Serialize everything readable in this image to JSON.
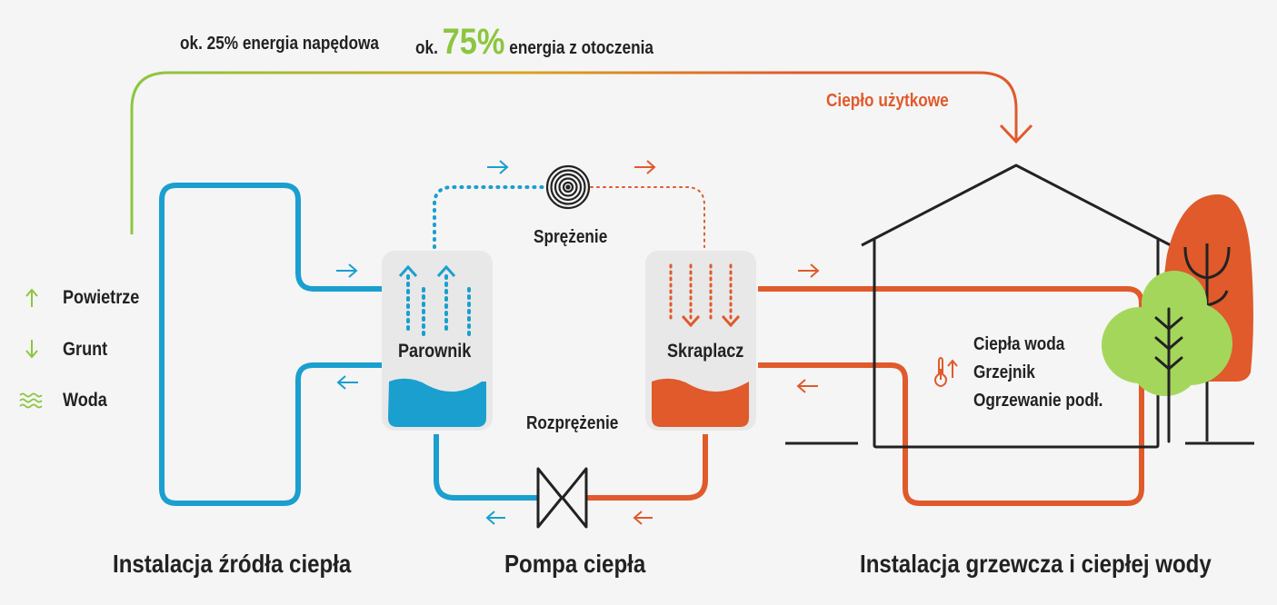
{
  "top": {
    "drive_energy": "ok. 25% energia napędowa",
    "ambient_prefix": "ok.",
    "ambient_percent": "75%",
    "ambient_suffix": "energia z otoczenia",
    "useful_heat": "Ciepło użytkowe"
  },
  "sources": [
    {
      "icon": "arrow-up-icon",
      "label": "Powietrze"
    },
    {
      "icon": "arrow-down-icon",
      "label": "Grunt"
    },
    {
      "icon": "water-waves-icon",
      "label": "Woda"
    }
  ],
  "pump": {
    "compression": "Sprężenie",
    "evaporator": "Parownik",
    "condenser": "Skraplacz",
    "expansion": "Rozprężenie"
  },
  "house": {
    "uses": [
      "Ciepła woda",
      "Grzejnik",
      "Ogrzewanie podł."
    ]
  },
  "sections": {
    "left": "Instalacja źródła ciepła",
    "middle": "Pompa ciepła",
    "right": "Instalacja grzewcza i ciepłej wody"
  },
  "colors": {
    "blue": "#1a9fcf",
    "orange": "#e05a2b",
    "green": "#8cc63f",
    "dark": "#222222",
    "background": "#f5f5f5"
  }
}
